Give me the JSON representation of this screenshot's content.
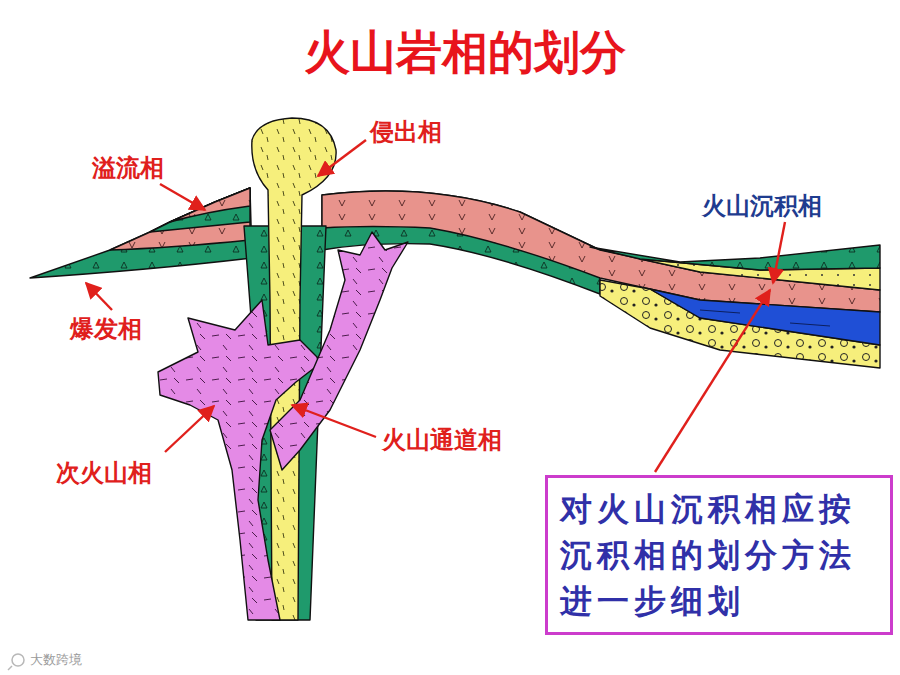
{
  "diagram": {
    "title": "火山岩相的划分",
    "nodes": [
      {
        "text": [
          "对火山沉积相应按 沉积相的划分方法 进一步细划"
        ]
      }
    ],
    "labels": [
      "侵出相",
      "溢流相",
      "火山沉积相",
      "爆发相",
      "次火山相",
      "火山通道相",
      "大数跨境"
    ]
  }
}
